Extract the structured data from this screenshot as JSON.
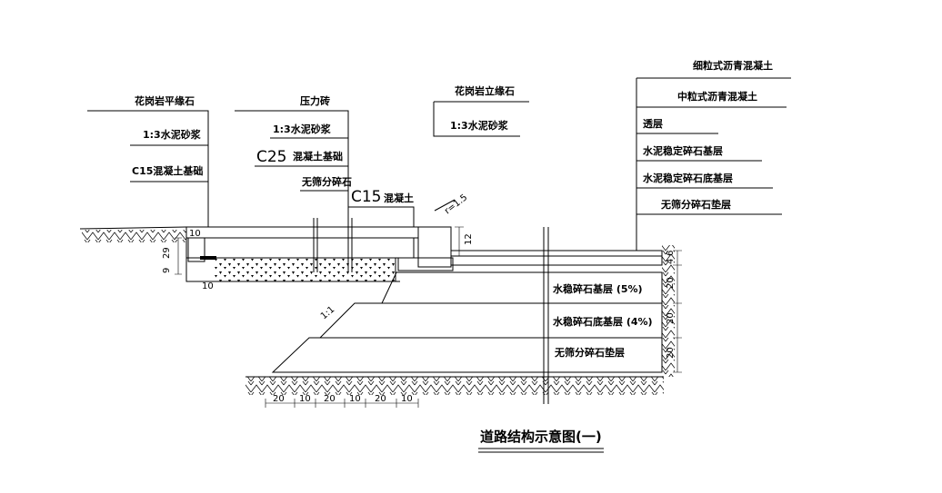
{
  "title": "道路结构示意图(一)",
  "labels": {
    "curb_flat": "花岗岩平缘石",
    "mortar_left": "1:3水泥砂浆",
    "c15_base": "C15混凝土基础",
    "pressure_brick": "压力砖",
    "mortar_mid": "1:3水泥砂浆",
    "c25_prefix": "C25",
    "c25_suffix": "混凝土基础",
    "gravel_mid": "无筛分碎石",
    "c15_prefix": "C15",
    "c15_suffix": "混凝土",
    "curb_standing": "花岗岩立缘石",
    "mortar_right": "1:3水泥砂浆",
    "asphalt_fine": "细粒式沥青混凝土",
    "asphalt_medium": "中粒式沥青混凝土",
    "seal_layer": "透层",
    "cement_base": "水泥稳定碎石基层",
    "cement_subbase": "水泥稳定碎石底基层",
    "gravel_cushion": "无筛分碎石垫层",
    "layer1_inner": "水稳碎石基层 (5%)",
    "layer2_inner": "水稳碎石底基层 (4%)",
    "layer3_inner": "无筛分碎石垫层",
    "radius": "r=1.5",
    "slope": "1:1"
  },
  "dimensions": {
    "d12": "12",
    "d10_top": "10",
    "d29": "29",
    "d9": "9",
    "d10_bottom": "10",
    "d6": "6",
    "d4": "4",
    "d20_a": "20",
    "d20_b": "20",
    "d20_c": "20",
    "bottom": [
      "20",
      "10",
      "20",
      "10",
      "20",
      "10"
    ]
  }
}
